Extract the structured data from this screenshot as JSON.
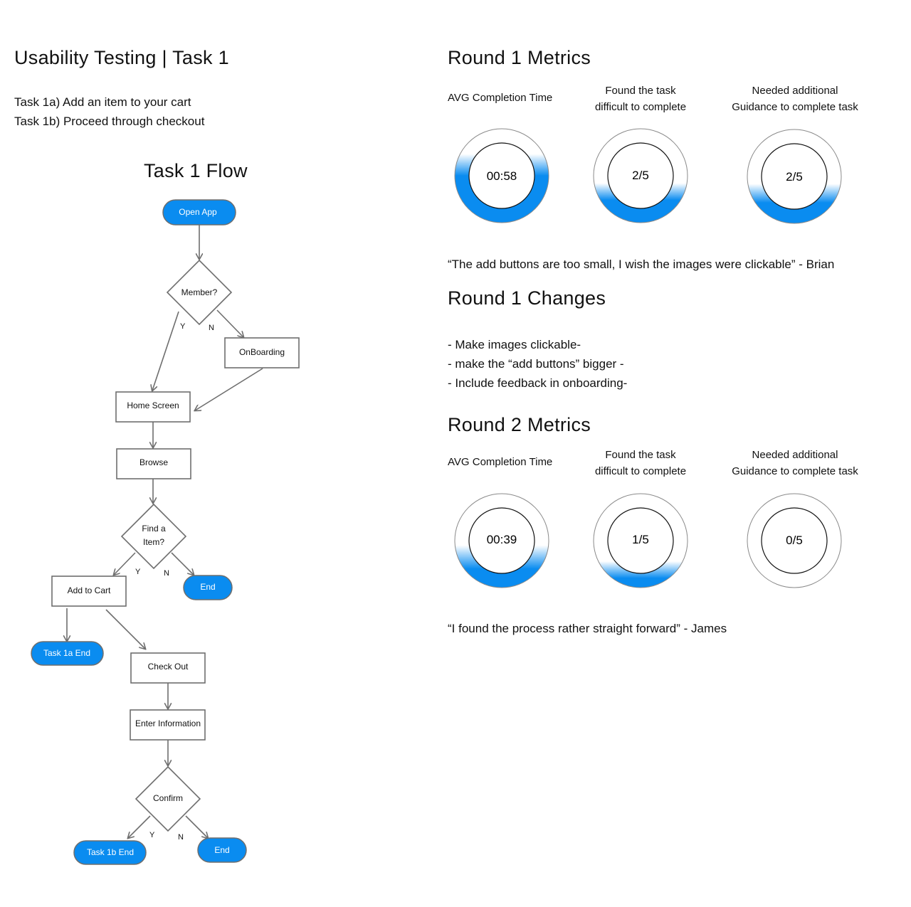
{
  "left": {
    "title": "Usability Testing | Task 1",
    "tasks": [
      "Task 1a) Add an item to your cart",
      "Task 1b) Proceed through checkout"
    ],
    "flow_title": "Task 1 Flow"
  },
  "flow": {
    "open_app": "Open App",
    "member": "Member?",
    "yes": "Y",
    "no": "N",
    "onboarding": "OnBoarding",
    "home": "Home Screen",
    "browse": "Browse",
    "find_line1": "Find a",
    "find_line2": "Item?",
    "add_to_cart": "Add to Cart",
    "end": "End",
    "task1a_end": "Task 1a End",
    "check_out": "Check Out",
    "enter_info": "Enter Information",
    "confirm": "Confirm",
    "task1b_end": "Task 1b End"
  },
  "metric_labels": {
    "avg_time": "AVG Completion Time",
    "difficult_line1": "Found the task",
    "difficult_line2": "difficult to complete",
    "guidance_line1": "Needed additional",
    "guidance_line2": "Guidance to complete task"
  },
  "round1": {
    "title": "Round 1 Metrics",
    "avg_time": "00:58",
    "difficult": "2/5",
    "guidance": "2/5",
    "quote": "“The add buttons are too small, I wish the images were clickable” -  Brian"
  },
  "changes": {
    "title": "Round 1 Changes",
    "items": [
      "- Make images clickable-",
      "- make the “add buttons” bigger -",
      "- Include feedback in onboarding-"
    ]
  },
  "round2": {
    "title": "Round 2 Metrics",
    "avg_time": "00:39",
    "difficult": "1/5",
    "guidance": "0/5",
    "quote": "“I found the process rather straight forward” - James"
  },
  "colors": {
    "accent": "#0A8CF0",
    "stroke": "#6e6e6e"
  }
}
